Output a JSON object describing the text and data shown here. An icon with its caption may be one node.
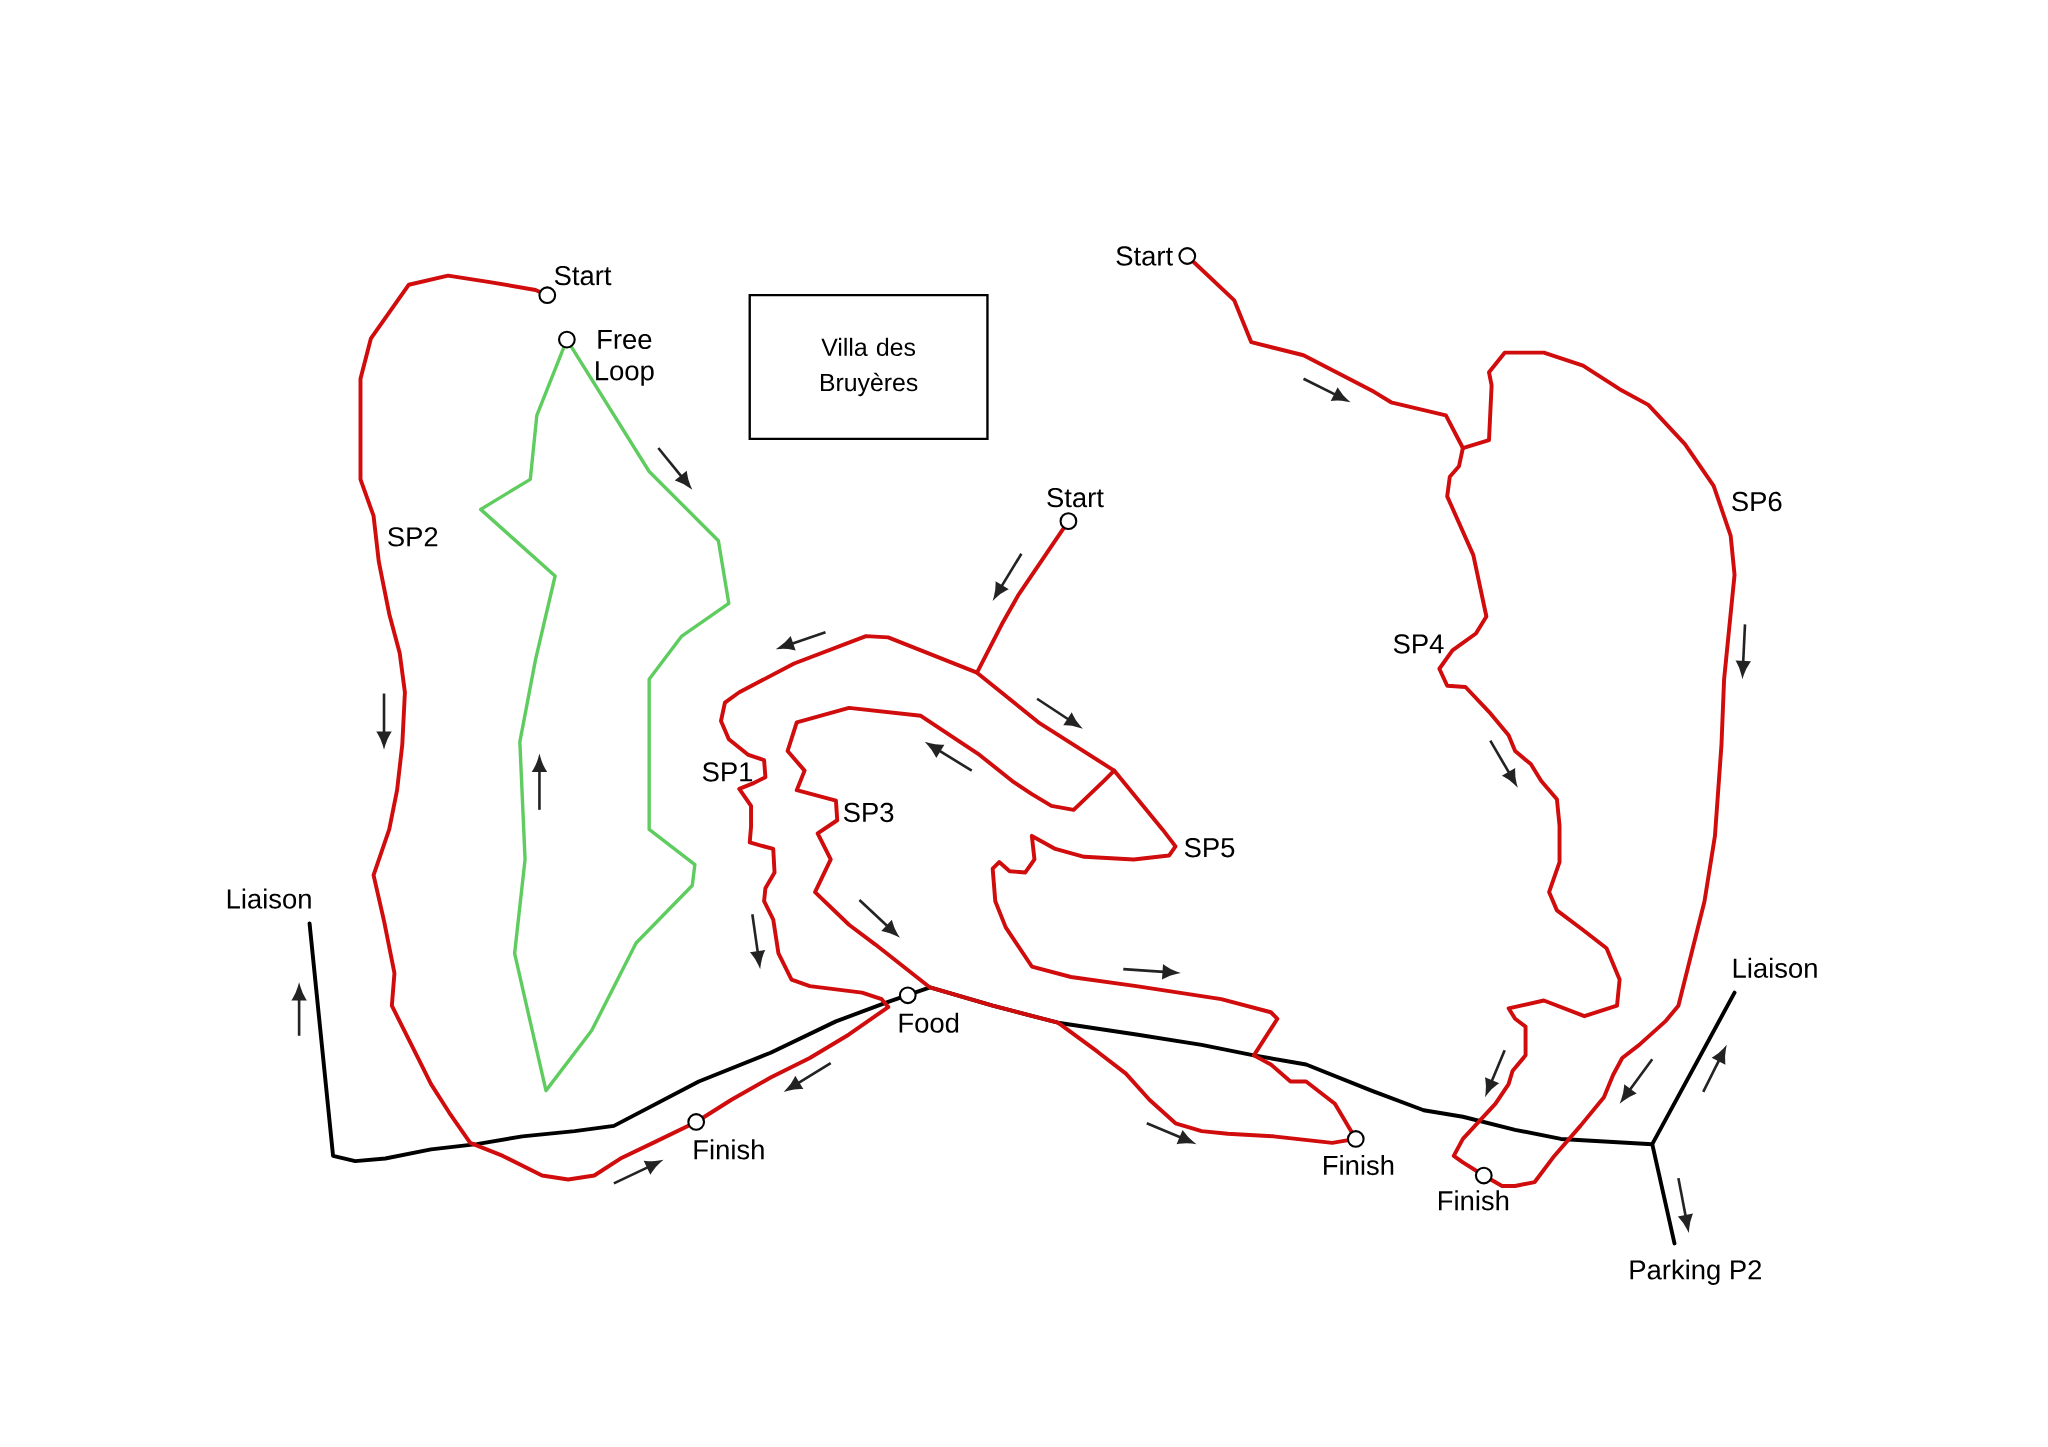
{
  "diagram": {
    "nodes": [
      {
        "text": [],
        "shape": "circle",
        "beside": [
          "Start"
        ]
      },
      {
        "text": [],
        "shape": "circle",
        "beside": [
          "Start"
        ]
      },
      {
        "text": [],
        "shape": "circle",
        "beside": [
          "Free Loop"
        ]
      },
      {
        "text": [
          "Villa des Bruyères"
        ]
      },
      {
        "text": [],
        "shape": "circle",
        "beside": [
          "Start"
        ]
      },
      {
        "text": [],
        "shape": "circle",
        "beside": [
          "Food"
        ]
      },
      {
        "text": [],
        "shape": "circle",
        "beside": [
          "Finish"
        ]
      },
      {
        "text": [],
        "shape": "circle",
        "beside": [
          "Finish"
        ]
      },
      {
        "text": [],
        "shape": "circle",
        "beside": [
          "Finish"
        ]
      }
    ],
    "labels": [
      "SP6",
      "SP2",
      "SP4",
      "SP1",
      "SP3",
      "SP5",
      "Liaison",
      "Liaison",
      "Parking P2"
    ]
  }
}
